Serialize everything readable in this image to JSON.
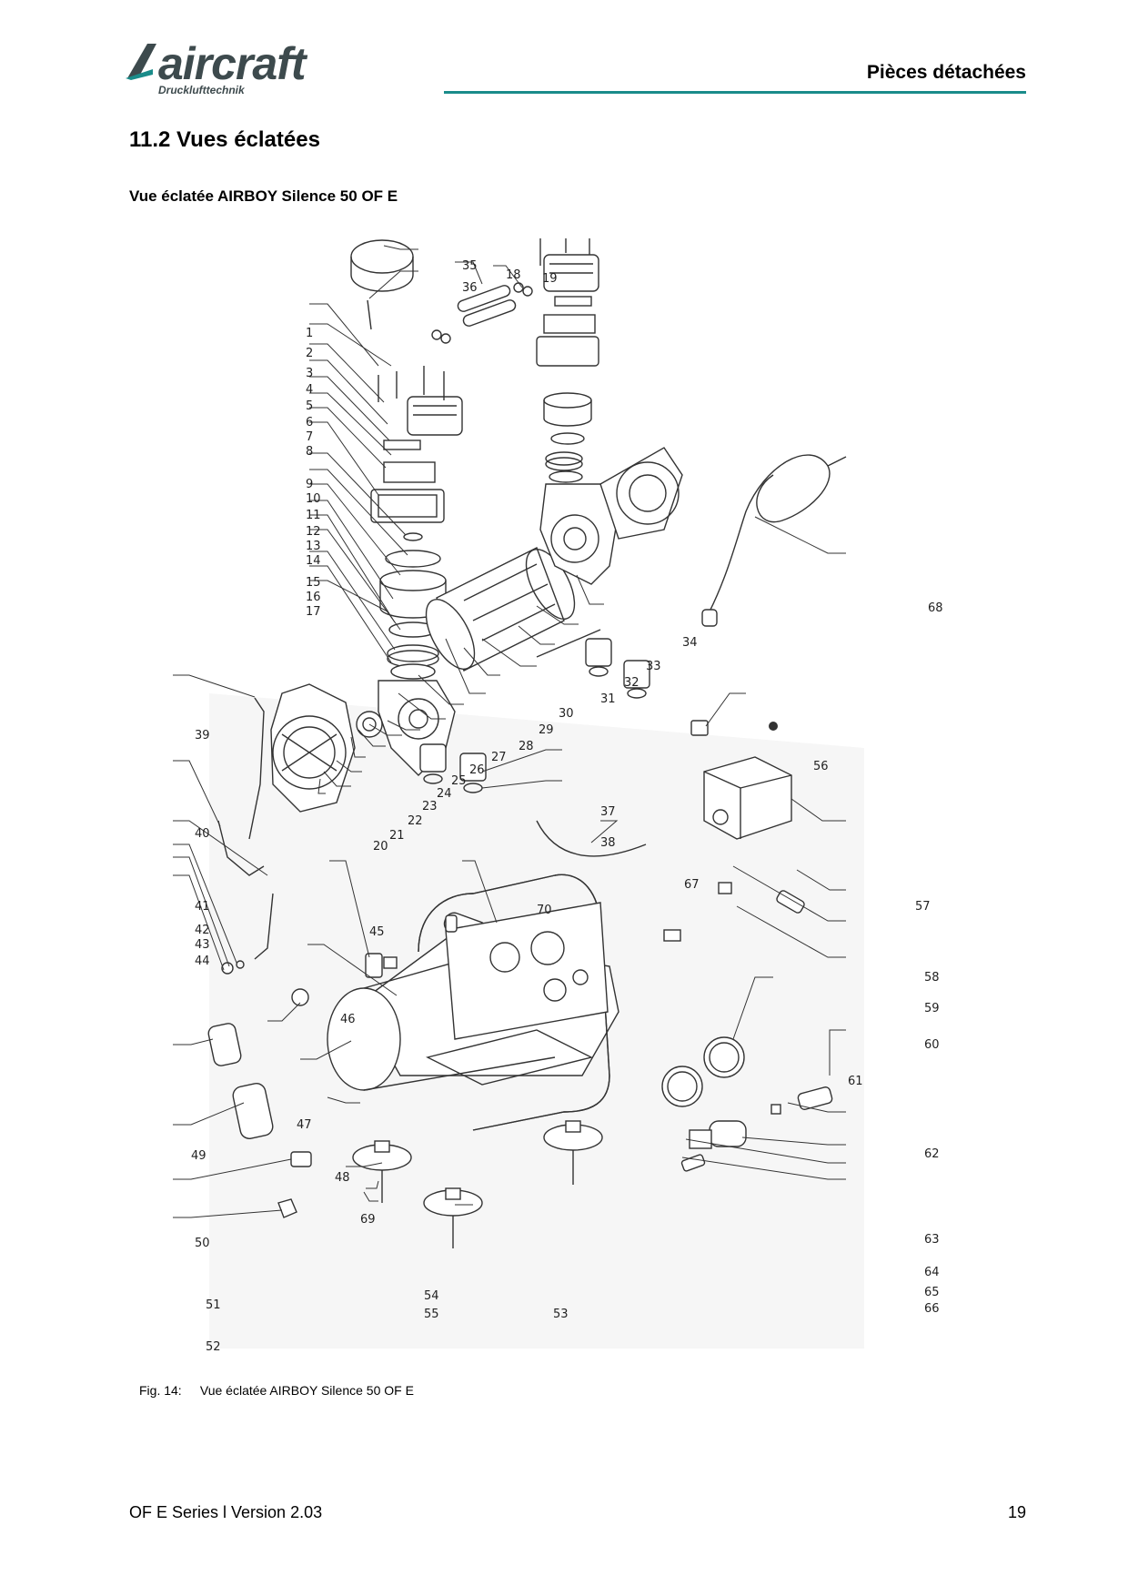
{
  "header": {
    "logo_text": "aircraft",
    "logo_subtext": "Drucklufttechnik",
    "section_label": "Pièces détachées"
  },
  "section": {
    "title": "11.2 Vues éclatées",
    "subtitle": "Vue éclatée AIRBOY Silence 50 OF E"
  },
  "figure": {
    "caption_label": "Fig. 14:",
    "caption_text": "Vue éclatée AIRBOY Silence 50 OF E",
    "part_numbers": [
      "1",
      "2",
      "3",
      "4",
      "5",
      "6",
      "7",
      "8",
      "9",
      "10",
      "11",
      "12",
      "13",
      "14",
      "15",
      "16",
      "17",
      "18",
      "19",
      "20",
      "21",
      "22",
      "23",
      "24",
      "25",
      "26",
      "27",
      "28",
      "29",
      "30",
      "31",
      "32",
      "33",
      "34",
      "35",
      "36",
      "37",
      "38",
      "39",
      "40",
      "41",
      "42",
      "43",
      "44",
      "45",
      "46",
      "47",
      "48",
      "49",
      "50",
      "51",
      "52",
      "53",
      "54",
      "55",
      "56",
      "57",
      "58",
      "59",
      "60",
      "61",
      "62",
      "63",
      "64",
      "65",
      "66",
      "67",
      "68",
      "69",
      "70"
    ]
  },
  "footer": {
    "series": "OF E Series l Version 2.03",
    "page": "19"
  }
}
